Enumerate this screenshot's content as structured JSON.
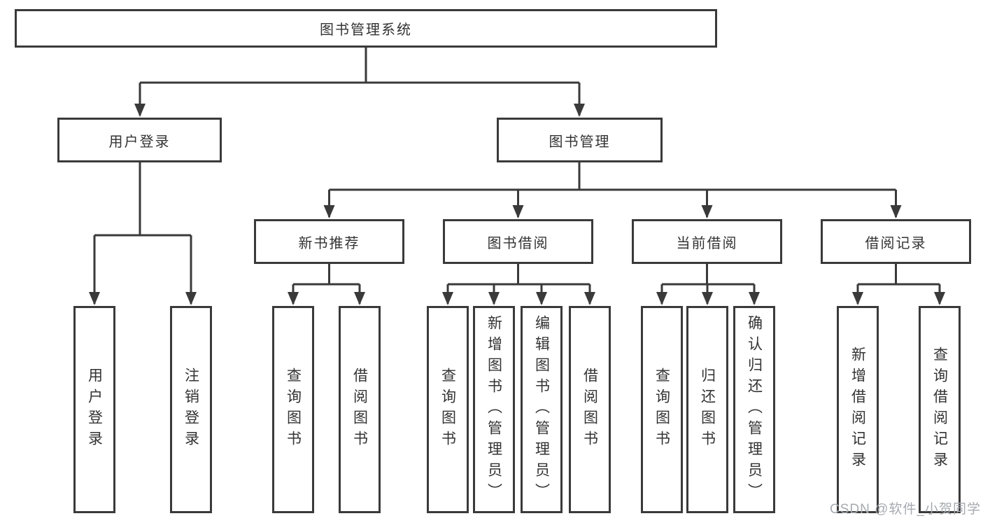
{
  "diagram": {
    "tree": {
      "label": "图书管理系统",
      "children": [
        {
          "label": "用户登录",
          "children": [
            {
              "label": "用户登录"
            },
            {
              "label": "注销登录"
            }
          ]
        },
        {
          "label": "图书管理",
          "children": [
            {
              "label": "新书推荐",
              "children": [
                {
                  "label": "查询图书"
                },
                {
                  "label": "借阅图书"
                }
              ]
            },
            {
              "label": "图书借阅",
              "children": [
                {
                  "label": "查询图书"
                },
                {
                  "label": "新增图书（管理员）"
                },
                {
                  "label": "编辑图书（管理员）"
                },
                {
                  "label": "借阅图书"
                }
              ]
            },
            {
              "label": "当前借阅",
              "children": [
                {
                  "label": "查询图书"
                },
                {
                  "label": "归还图书"
                },
                {
                  "label": "确认归还（管理员）"
                }
              ]
            },
            {
              "label": "借阅记录",
              "children": [
                {
                  "label": "新增借阅记录"
                },
                {
                  "label": "查询借阅记录"
                }
              ]
            }
          ]
        }
      ]
    },
    "watermark": "CSDN @软件_小贺同学",
    "colors": {
      "line": "#3a3a3a",
      "box_border": "#3a3a3a",
      "text": "#333333",
      "watermark": "#a6abb0",
      "background": "#ffffff"
    }
  }
}
